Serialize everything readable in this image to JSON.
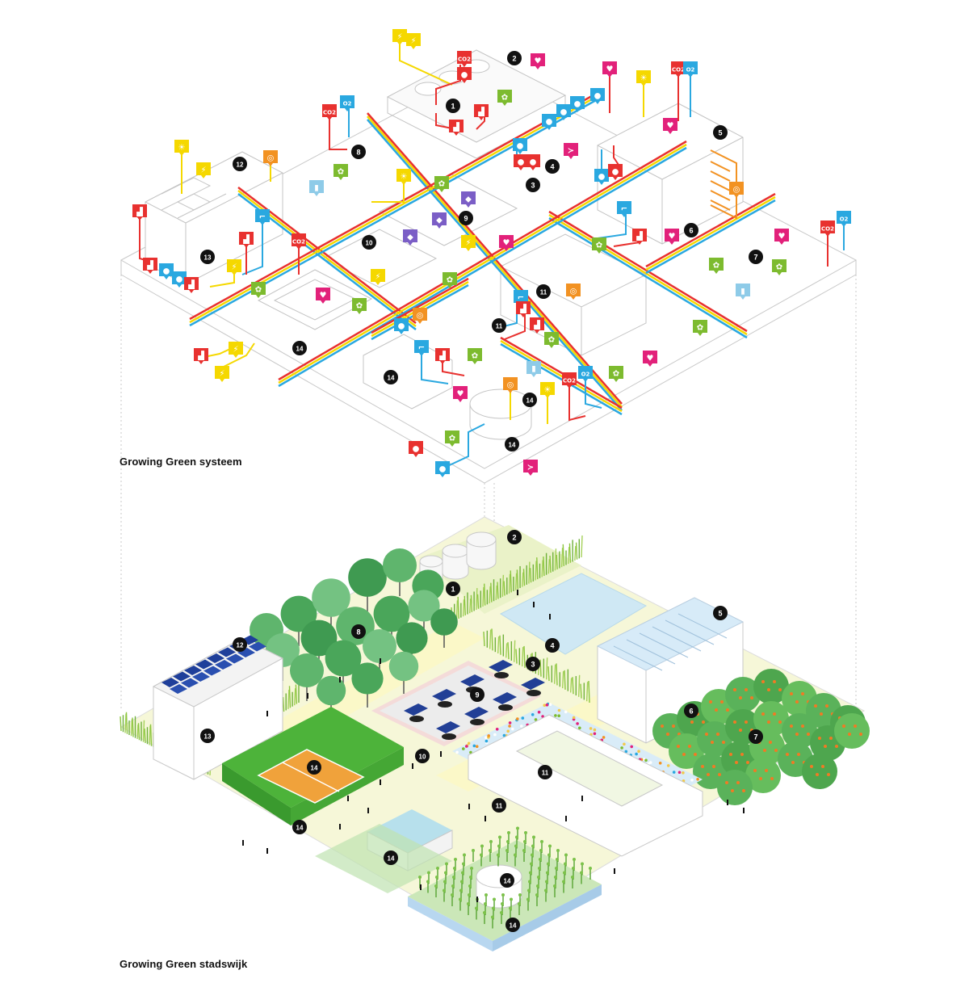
{
  "captions": {
    "system": "Growing Green systeem",
    "district": "Growing Green stadswijk"
  },
  "numbers": [
    "1",
    "2",
    "3",
    "4",
    "5",
    "6",
    "7",
    "8",
    "9",
    "10",
    "11",
    "12",
    "13",
    "14"
  ],
  "icon_kinds": {
    "energy": {
      "color": "#f5d800",
      "glyph": "⚡"
    },
    "sun": {
      "color": "#f5d800",
      "glyph": "☀"
    },
    "co2": {
      "color": "#e8312f",
      "glyph": "CO2"
    },
    "o2": {
      "color": "#2aa8e0",
      "glyph": "O2"
    },
    "toilet": {
      "color": "#e8312f",
      "glyph": "▟"
    },
    "tap": {
      "color": "#2aa8e0",
      "glyph": "⌐"
    },
    "drop": {
      "color": "#2aa8e0",
      "glyph": "●"
    },
    "drop-red": {
      "color": "#e8312f",
      "glyph": "●"
    },
    "heart": {
      "color": "#e2217a",
      "glyph": "♥"
    },
    "fish": {
      "color": "#e2217a",
      "glyph": "≻"
    },
    "leaf": {
      "color": "#7dbb2f",
      "glyph": "✿"
    },
    "orange": {
      "color": "#f29222",
      "glyph": "◎"
    },
    "purple": {
      "color": "#7b5ec6",
      "glyph": "◆"
    },
    "thermo": {
      "color": "#8ecbe8",
      "glyph": "▮"
    }
  }
}
